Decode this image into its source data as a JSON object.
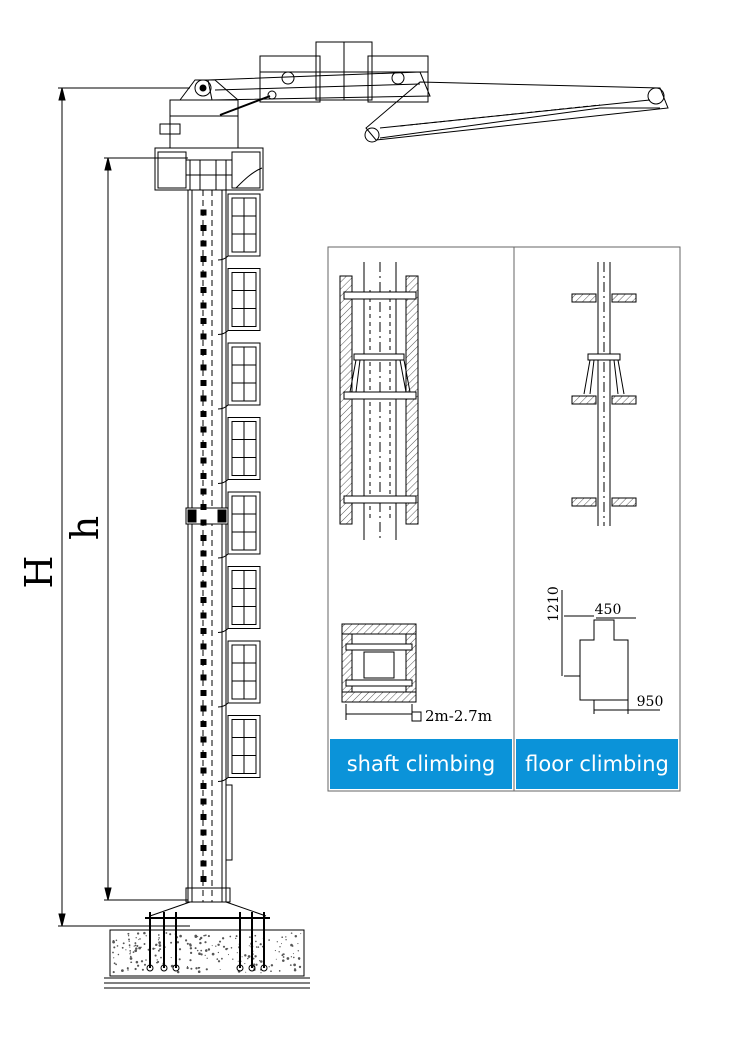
{
  "dimensions": {
    "total_height": "H",
    "climb_height": "h"
  },
  "panels": [
    {
      "label": "shaft climbing",
      "opening": "2m-2.7m"
    },
    {
      "label": "floor climbing",
      "dim_height": "1210",
      "dim_top_width": "450",
      "dim_base_width": "950"
    }
  ],
  "colors": {
    "line": "#000000",
    "label_band": "#0b93d9",
    "panel_border": "#666666",
    "concrete_hatch": "#555555"
  }
}
